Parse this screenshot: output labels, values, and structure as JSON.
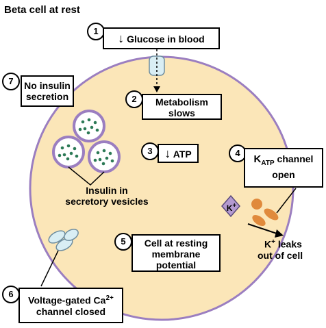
{
  "title": "Beta cell at rest",
  "steps": {
    "s1": {
      "num": "1",
      "arrow": "↓",
      "text": "Glucose in blood"
    },
    "s2": {
      "num": "2",
      "line1": "Metabolism",
      "line2": "slows"
    },
    "s3": {
      "num": "3",
      "arrow": "↓",
      "text": "ATP"
    },
    "s4": {
      "num": "4",
      "k": "K",
      "sub": "ATP",
      "text": " channel",
      "line2": "open"
    },
    "s5": {
      "num": "5",
      "line1": "Cell at resting",
      "line2": "membrane",
      "line3": "potential"
    },
    "s6": {
      "num": "6",
      "line1": "Voltage-gated Ca",
      "sup": "2+",
      "line2": "channel closed"
    },
    "s7": {
      "num": "7",
      "line1": "No insulin",
      "line2": "secretion"
    }
  },
  "labels": {
    "insulin_l1": "Insulin in",
    "insulin_l2": "secretory vesicles",
    "k_ion": "K",
    "k_ion_sup": "+",
    "k_leak_k": "K",
    "k_leak_sup": "+",
    "k_leak_rest": " leaks",
    "k_leak_l2": "out of cell"
  },
  "colors": {
    "cell_fill": "#fbe6b8",
    "cell_border": "#9b7ec0",
    "vesicle_border": "#9b7ec0",
    "granule": "#2c7a56",
    "channel": "#d9eef4",
    "k_ion": "#b49ad0",
    "katp_channel": "#e08a3c"
  }
}
